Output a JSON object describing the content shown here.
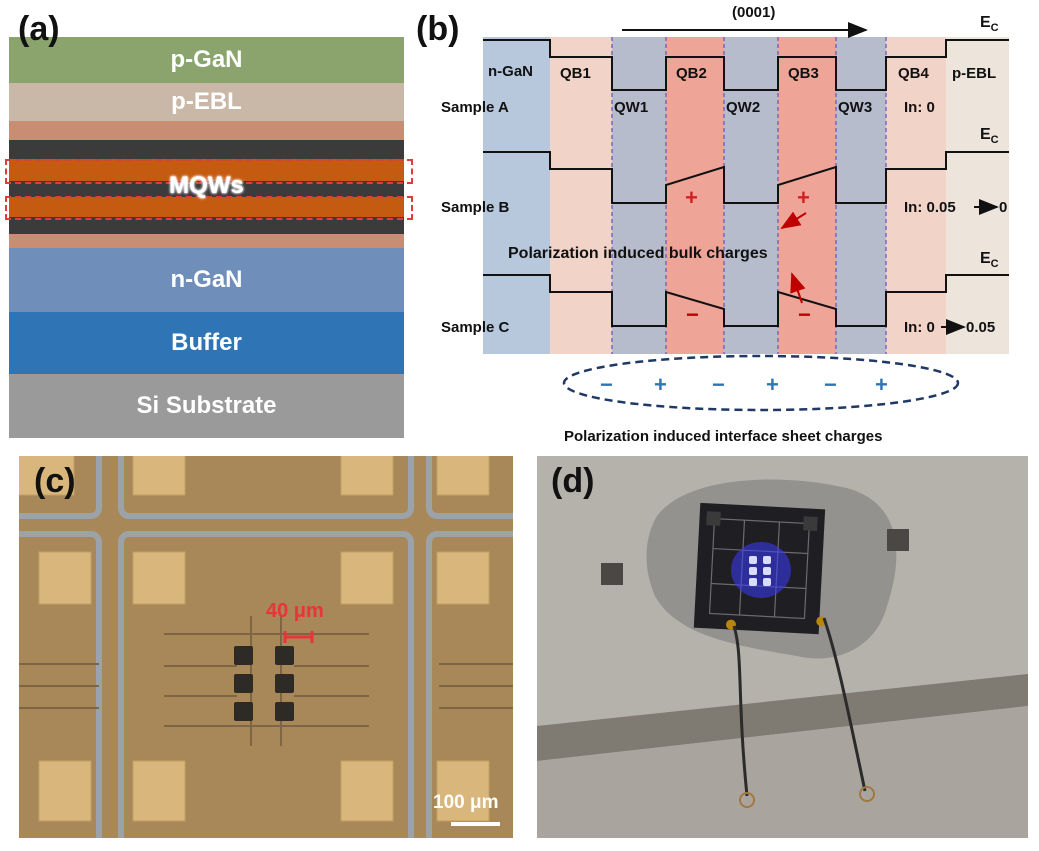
{
  "panels": {
    "a": {
      "label": "(a)",
      "layers": {
        "p_gan": "p-GaN",
        "p_ebl": "p-EBL",
        "mqws": "MQWs",
        "n_gan": "n-GaN",
        "buffer": "Buffer",
        "substrate": "Si Substrate"
      },
      "colors": {
        "p_gan": "#8ba46e",
        "p_ebl": "#c9b8a8",
        "barrier": "#c98d73",
        "well": "#3b3b3b",
        "mqw_band": "#c55a11",
        "n_gan": "#6f8fba",
        "buffer": "#2f75b5",
        "substrate": "#9a9a9a",
        "highlight_box": "#e03c3c"
      }
    },
    "b": {
      "label": "(b)",
      "direction": "(0001)",
      "regions": {
        "n_gan": "n-GaN",
        "qb1": "QB1",
        "qb2": "QB2",
        "qb3": "QB3",
        "qb4": "QB4",
        "p_ebl": "p-EBL",
        "qw1": "QW1",
        "qw2": "QW2",
        "qw3": "QW3"
      },
      "band_edge": "E",
      "band_edge_sub": "C",
      "samples": [
        {
          "name": "Sample A",
          "indium": "In: 0"
        },
        {
          "name": "Sample B",
          "indium": "In: 0.05",
          "indium_end": "0"
        },
        {
          "name": "Sample C",
          "indium": "In: 0",
          "indium_end": "0.05"
        }
      ],
      "bulk_charge_label": "Polarization induced bulk charges",
      "sample_b_charges": [
        "+",
        "+"
      ],
      "sample_c_charges": [
        "−",
        "−"
      ],
      "interface_charges": [
        "−",
        "+",
        "−",
        "+",
        "−",
        "+"
      ],
      "interface_caption": "Polarization induced interface sheet charges",
      "colors": {
        "n_gan_fill": "#b7c8dd",
        "barrier_fill": "#f2d3c7",
        "qb_highlight_fill": "#eea598",
        "well_fill": "#b7bccd",
        "ebl_fill": "#ede4dc",
        "plus_red": "#d41f1f",
        "minus_red": "#c00000",
        "interface_blue": "#2e75b6",
        "dashed_violet": "#8064c0",
        "ellipse": "#1f3864",
        "arrow_red": "#c00000"
      }
    },
    "c": {
      "label": "(c)",
      "scale_small": "40 μm",
      "scale_large": "100 μm",
      "colors": {
        "background": "#a88859",
        "pad": "#d8b67c",
        "trace_border": "#9ca3a8",
        "mesa": "#2e2a26",
        "scale_red": "#e8343b"
      }
    },
    "d": {
      "label": "(d)",
      "colors": {
        "background": "#b5b2ac",
        "chip": "#1f1e22",
        "glow": "#3a3cff",
        "wire": "#2b2b2b"
      }
    }
  }
}
